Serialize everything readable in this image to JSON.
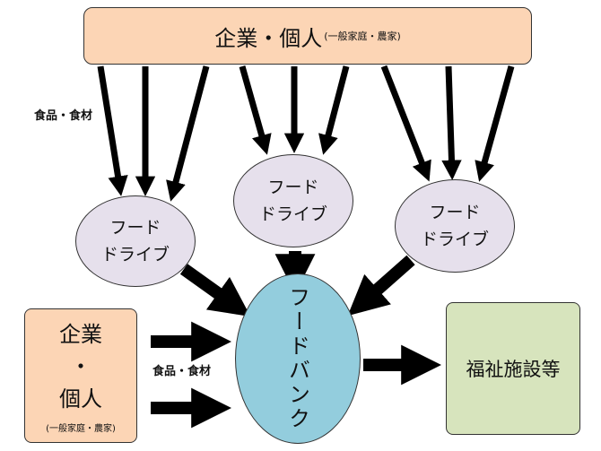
{
  "top_box": {
    "title": "企業・個人",
    "subtitle": "(一般家庭・農家)"
  },
  "drives": {
    "left": {
      "line1": "フード",
      "line2": "ドライブ"
    },
    "center": {
      "line1": "フード",
      "line2": "ドライブ"
    },
    "right": {
      "line1": "フード",
      "line2": "ドライブ"
    }
  },
  "food_bank": {
    "label": "フードバンク"
  },
  "left_box": {
    "line1": "企業",
    "line2": "・",
    "line3": "個人",
    "subtitle": "(一般家庭・農家)"
  },
  "welfare": {
    "label": "福祉施設等"
  },
  "flow_labels": {
    "top": "食品・食材",
    "left": "食品・食材"
  },
  "colors": {
    "orange_box": "#fcd5b5",
    "ellipse_purple": "#e6e0ec",
    "bank_blue": "#93cddd",
    "welfare_green": "#d7e4bd",
    "arrow": "#000000"
  }
}
